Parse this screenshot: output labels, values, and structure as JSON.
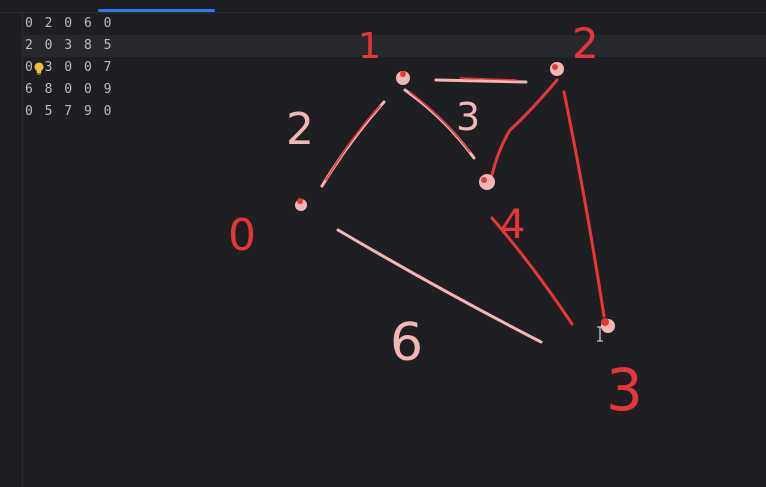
{
  "editor": {
    "lines": [
      "0 2 0 6 0",
      "2 0 3 8 5",
      "0 3 0 0 7",
      "6 8 0 0 9",
      "0 5 7 9 0"
    ]
  },
  "sketch": {
    "node_labels": [
      "1",
      "2",
      "0",
      "3"
    ],
    "edge_labels": [
      "2",
      "3",
      "4",
      "6"
    ]
  },
  "icons": {
    "bulb": "lightbulb-icon",
    "cursor": "text-cursor-icon"
  },
  "colors": {
    "background": "#1e1f22",
    "text": "#bcbec4",
    "accent": "#3574f0",
    "ink_red": "#e8353a",
    "ink_pink": "#f2b6b6",
    "bulb": "#f0c040"
  }
}
